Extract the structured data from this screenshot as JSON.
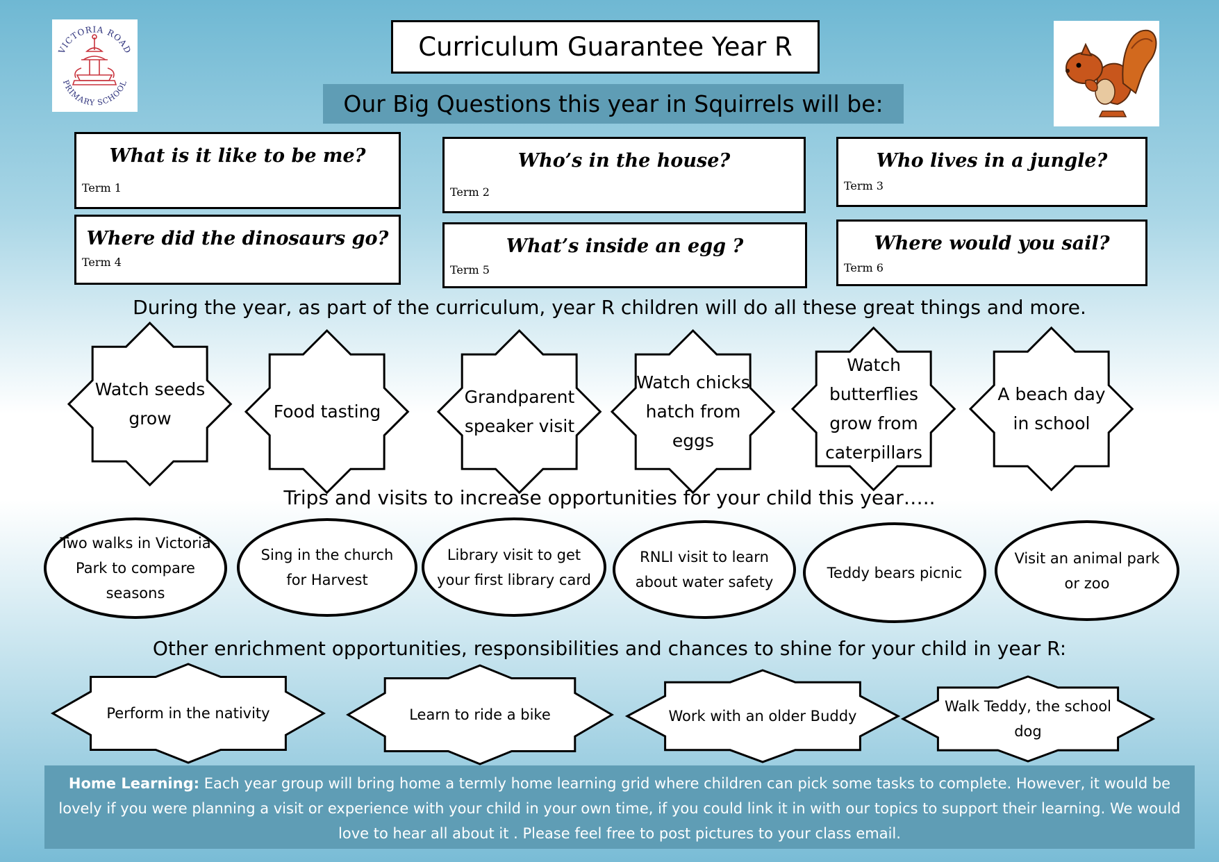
{
  "header": {
    "title": "Curriculum Guarantee Year R",
    "subtitle": "Our Big Questions this year in Squirrels will be:",
    "logo_text_top": "VICTORIA ROAD",
    "logo_text_bottom": "PRIMARY SCHOOL"
  },
  "questions": [
    {
      "question": "What is it like to be me?",
      "term": "Term 1"
    },
    {
      "question": "Who’s in the house?",
      "term": "Term 2"
    },
    {
      "question": "Who lives in a jungle?",
      "term": "Term 3"
    },
    {
      "question": "Where did the dinosaurs go?",
      "term": "Term 4"
    },
    {
      "question": "What’s inside an egg ?",
      "term": "Term 5"
    },
    {
      "question": "Where would you sail?",
      "term": "Term 6"
    }
  ],
  "activities": {
    "heading": "During the year, as part of the curriculum, year R children will do all these great things and more.",
    "items": [
      "Watch seeds grow",
      "Food tasting",
      "Grandparent speaker visit",
      "Watch chicks hatch from eggs",
      "Watch butterflies grow from caterpillars",
      "A beach day in school"
    ]
  },
  "trips": {
    "heading": "Trips and visits to increase opportunities for your child this year…..",
    "items": [
      "Two walks in Victoria Park to compare  seasons",
      "Sing in the church for Harvest",
      "Library visit to get your first library card",
      "RNLI visit to learn about water safety",
      "Teddy bears picnic",
      "Visit an animal park or zoo"
    ]
  },
  "enrichment": {
    "heading": "Other enrichment opportunities, responsibilities and chances to shine for your child in year R:",
    "items": [
      "Perform in the nativity",
      "Learn to ride a bike",
      "Work with an older Buddy",
      "Walk Teddy, the school dog"
    ]
  },
  "home_learning": {
    "label": "Home Learning:",
    "text": " Each year group will bring home a termly home learning grid where children can pick some tasks to complete. However, it would be lovely if you were planning a visit or experience with your child in your own time, if you could link it in with our topics to support their learning. We would love to hear all about it . Please feel free to post pictures to your class email."
  },
  "colors": {
    "accent_bar": "#5f9db5",
    "logo_red": "#c8323c",
    "logo_navy": "#2b2f7a",
    "squirrel": "#c8561c"
  }
}
